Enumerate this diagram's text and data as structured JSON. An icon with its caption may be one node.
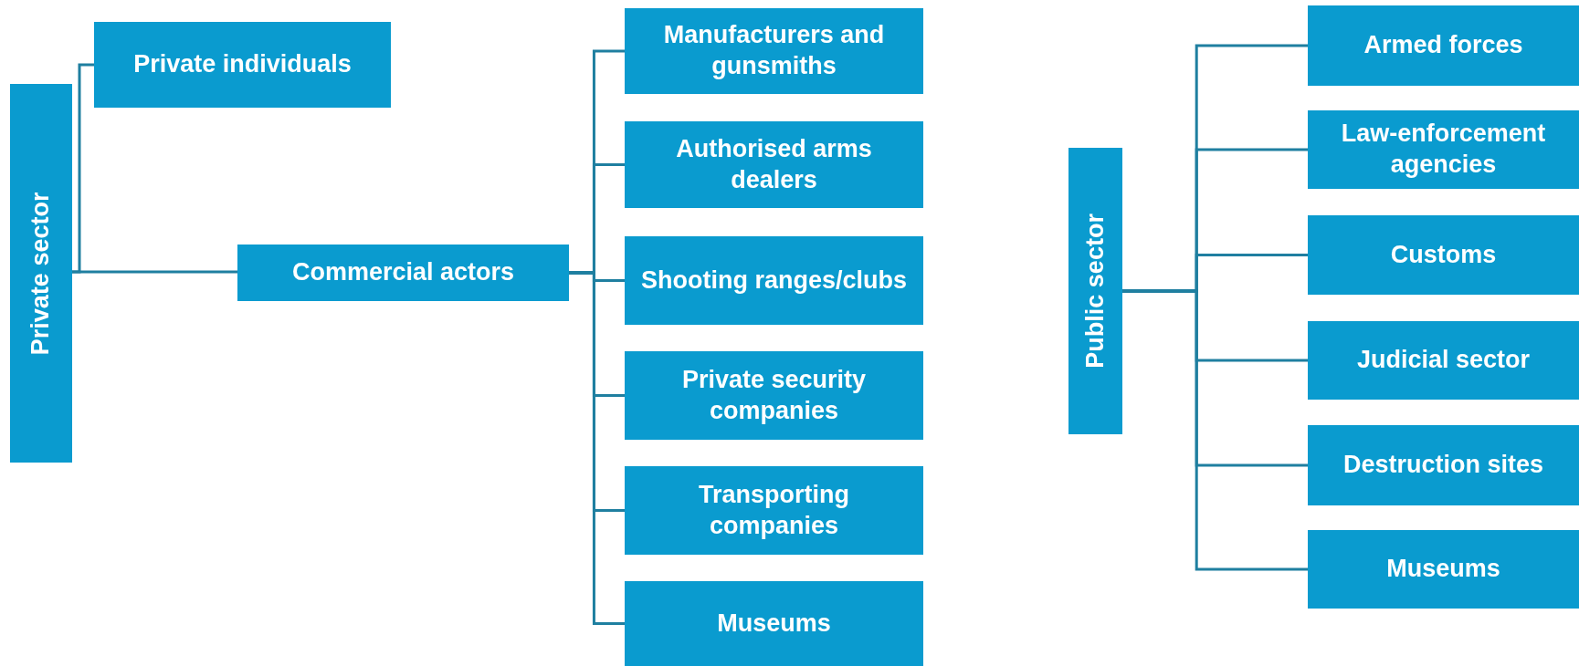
{
  "diagram": {
    "nodes": [
      {
        "text": [
          "Private sector"
        ]
      },
      {
        "text": [
          "Private individuals"
        ]
      },
      {
        "text": [
          "Commercial actors"
        ]
      },
      {
        "text": [
          "Manufacturers and gunsmiths"
        ]
      },
      {
        "text": [
          "Authorised arms dealers"
        ]
      },
      {
        "text": [
          "Shooting ranges/clubs"
        ]
      },
      {
        "text": [
          "Private security companies"
        ]
      },
      {
        "text": [
          "Transporting companies"
        ]
      },
      {
        "text": [
          "Museums"
        ]
      },
      {
        "text": [
          "Public sector"
        ]
      },
      {
        "text": [
          "Armed forces"
        ]
      },
      {
        "text": [
          "Law-enforcement agencies"
        ]
      },
      {
        "text": [
          "Customs"
        ]
      },
      {
        "text": [
          "Judicial sector"
        ]
      },
      {
        "text": [
          "Destruction sites"
        ]
      },
      {
        "text": [
          "Museums"
        ]
      }
    ],
    "edges": [
      {
        "from": 0,
        "to": 1,
        "arrow": "none"
      },
      {
        "from": 0,
        "to": 2,
        "arrow": "none"
      },
      {
        "from": 2,
        "to": 3,
        "arrow": "none"
      },
      {
        "from": 2,
        "to": 4,
        "arrow": "none"
      },
      {
        "from": 2,
        "to": 5,
        "arrow": "none"
      },
      {
        "from": 2,
        "to": 6,
        "arrow": "none"
      },
      {
        "from": 2,
        "to": 7,
        "arrow": "none"
      },
      {
        "from": 2,
        "to": 8,
        "arrow": "none"
      },
      {
        "from": 9,
        "to": 10,
        "arrow": "none"
      },
      {
        "from": 9,
        "to": 11,
        "arrow": "none"
      },
      {
        "from": 9,
        "to": 12,
        "arrow": "none"
      },
      {
        "from": 9,
        "to": 13,
        "arrow": "none"
      },
      {
        "from": 9,
        "to": 14,
        "arrow": "none"
      },
      {
        "from": 9,
        "to": 15,
        "arrow": "none"
      }
    ]
  }
}
